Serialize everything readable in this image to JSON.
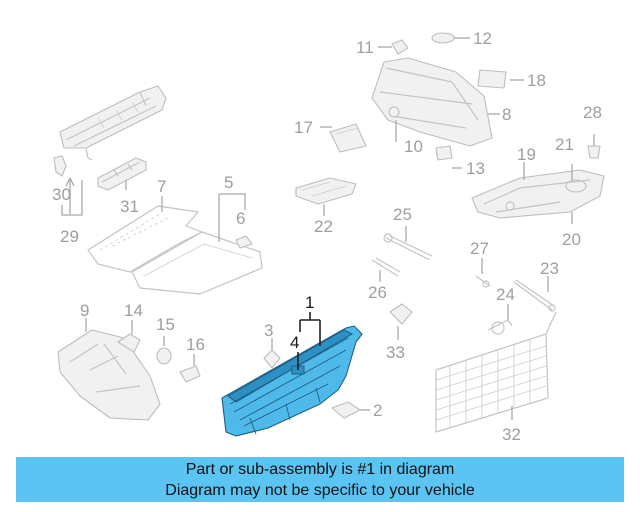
{
  "callouts": {
    "c1": "1",
    "c2": "2",
    "c3": "3",
    "c4": "4",
    "c5": "5",
    "c6": "6",
    "c7": "7",
    "c8": "8",
    "c9": "9",
    "c10": "10",
    "c11": "11",
    "c12": "12",
    "c13": "13",
    "c14": "14",
    "c15": "15",
    "c16": "16",
    "c17": "17",
    "c18": "18",
    "c19": "19",
    "c20": "20",
    "c21": "21",
    "c22": "22",
    "c23": "23",
    "c24": "24",
    "c25": "25",
    "c26": "26",
    "c27": "27",
    "c28": "28",
    "c29": "29",
    "c30": "30",
    "c31": "31",
    "c32": "32",
    "c33": "33"
  },
  "banner": {
    "line1": "Part or sub-assembly is #1 in diagram",
    "line2": "Diagram may not be specific to your vehicle"
  },
  "colors": {
    "highlight_part": "#4fb9ea",
    "banner_background": "#5bc4f2",
    "callout_text": "#9e9e9e"
  }
}
